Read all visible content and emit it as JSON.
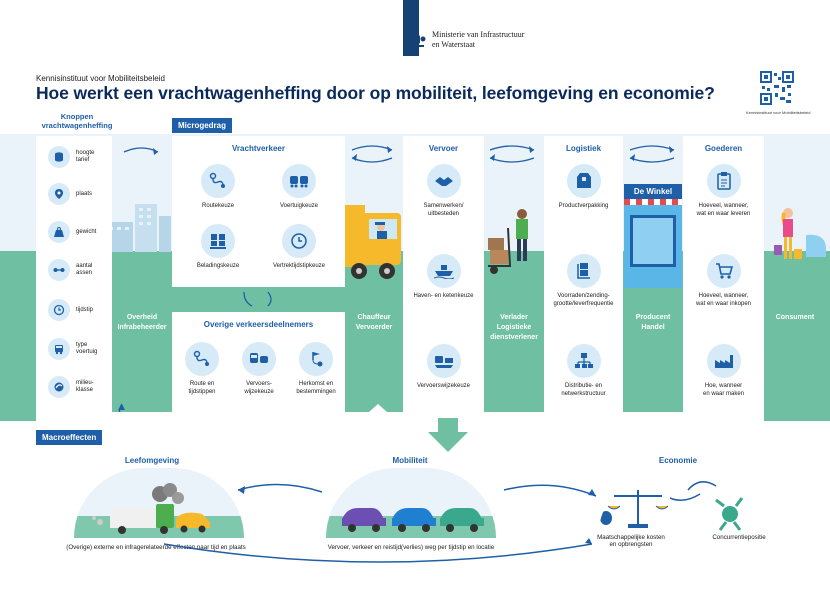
{
  "header": {
    "ministry_line1": "Ministerie van Infrastructuur",
    "ministry_line2": "en Waterstaat",
    "institute": "Kennisinstituut voor Mobiliteitsbeleid",
    "title": "Hoe werkt een vrachtwagenheffing door op mobiliteit, leefomgeving en economie?",
    "qr_label": "Kennisinstituut voor Mobiliteitsbeleid"
  },
  "knoppen": {
    "title_line1": "Knoppen",
    "title_line2": "vrachtwagenheffing",
    "items": [
      {
        "icon": "coin-stack-icon",
        "line1": "hoogte",
        "line2": "tarief"
      },
      {
        "icon": "location-pin-icon",
        "line1": "plaats",
        "line2": ""
      },
      {
        "icon": "weight-icon",
        "line1": "gewicht",
        "line2": ""
      },
      {
        "icon": "axle-icon",
        "line1": "aantal",
        "line2": "assen"
      },
      {
        "icon": "clock-icon",
        "line1": "tijdstip",
        "line2": ""
      },
      {
        "icon": "truck-icon",
        "line1": "type",
        "line2": "voertuig"
      },
      {
        "icon": "emission-icon",
        "line1": "milieu-",
        "line2": "klasse"
      }
    ]
  },
  "labels": {
    "overheid": "Overheid",
    "infrabeheerder": "Infrabeheerder",
    "chauffeur": "Chauffeur",
    "vervoerder": "Vervoerder",
    "verlader": "Verlader",
    "logistieke_line1": "Logistieke",
    "logistieke_line2": "dienstverlener",
    "producent": "Producent",
    "handel": "Handel",
    "consument": "Consument"
  },
  "microgedrag": {
    "tag": "Microgedrag",
    "vrachtverkeer": {
      "title": "Vrachtverkeer",
      "items": [
        "Routekeuze",
        "Voertuigkeuze",
        "Beladingskeuze",
        "Vertrektijdstipkeuze"
      ]
    },
    "overige": {
      "title": "Overige verkeersdeelnemers",
      "items": [
        {
          "line1": "Route en",
          "line2": "tijdstippen"
        },
        {
          "line1": "Vervoers-",
          "line2": "wijzekeuze"
        },
        {
          "line1": "Herkomst en",
          "line2": "bestemmingen"
        }
      ]
    },
    "vervoer": {
      "title": "Vervoer",
      "items": [
        {
          "line1": "Samenwerken/",
          "line2": "uitbesteden"
        },
        {
          "line1": "Haven- en ketenkeuze",
          "line2": ""
        },
        {
          "line1": "Vervoerswijzekeuze",
          "line2": ""
        }
      ]
    },
    "logistiek": {
      "title": "Logistiek",
      "items": [
        {
          "line1": "Productverpakking",
          "line2": ""
        },
        {
          "line1": "Voorraden/zending-",
          "line2": "grootte/leverfrequentie"
        },
        {
          "line1": "Distributie- en",
          "line2": "netwerkstructuur"
        }
      ]
    },
    "goederen": {
      "title": "Goederen",
      "items": [
        {
          "line1": "Hoeveel, wanneer,",
          "line2": "wat en waar leveren"
        },
        {
          "line1": "Hoeveel, wanneer,",
          "line2": "wat en waar inkopen"
        },
        {
          "line1": "Hoe, wanneer",
          "line2": "en waar maken"
        }
      ]
    }
  },
  "shop_sign": "De Winkel",
  "macro": {
    "tag": "Macroeffecten",
    "leefomgeving": {
      "title": "Leefomgeving",
      "text": "(Overige) externe en infragerelateerde effecten naar tijd en plaats"
    },
    "mobiliteit": {
      "title": "Mobiliteit",
      "text": "Vervoer, verkeer en reistijd(verlies) weg per tijdstip en locatie"
    },
    "economie": {
      "title": "Economie",
      "text1_line1": "Maatschappelijke kosten",
      "text1_line2": "en opbrengsten",
      "text2": "Concurrentiepositie"
    }
  },
  "colors": {
    "navy": "#0b2a5c",
    "blue": "#1f5fa8",
    "light_blue": "#d6ebf7",
    "green": "#6fc0a3",
    "sky": "#eaf3f9"
  }
}
